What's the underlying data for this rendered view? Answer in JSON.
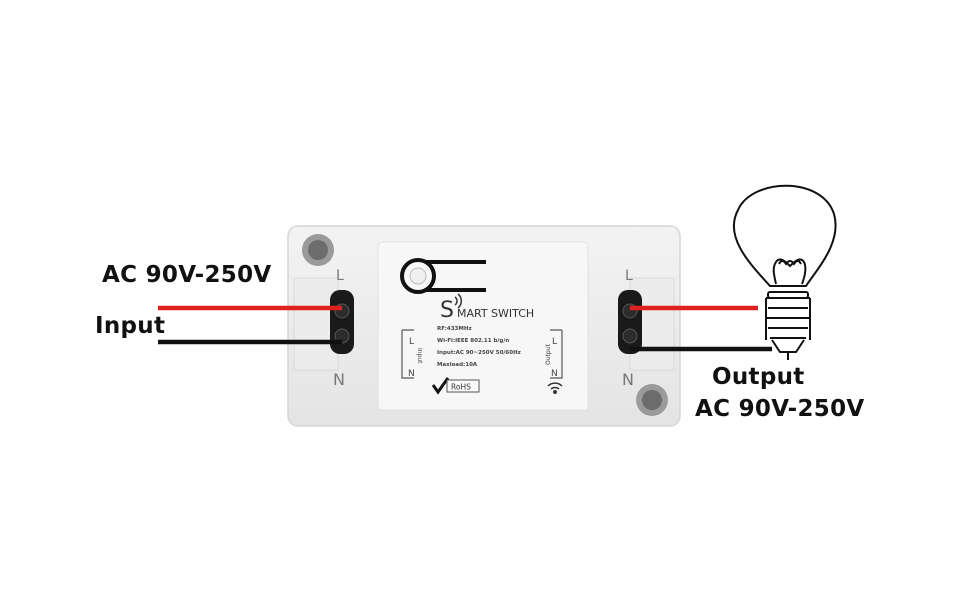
{
  "input_label": {
    "voltage": "AC 90V-250V",
    "name": "Input"
  },
  "output_label": {
    "name": "Output",
    "voltage": "AC 90V-250V"
  },
  "device": {
    "brand_initial": "S",
    "brand_rest": "MART SWITCH",
    "spec_rf": "RF:433MHz",
    "spec_wifi": "Wi-Fi:IEEE 802.11 b/g/n",
    "spec_input": "Input:AC 90~250V 50/60Hz",
    "spec_max": "Maxload:10A",
    "left_terminal_l": "L",
    "left_terminal_n": "N",
    "right_terminal_l": "L",
    "right_terminal_n": "N",
    "left_port_caption": "Input",
    "right_port_caption": "Output",
    "rohs": "RoHS"
  },
  "wire_colors": {
    "live": "#e0201e",
    "neutral": "#111111"
  }
}
